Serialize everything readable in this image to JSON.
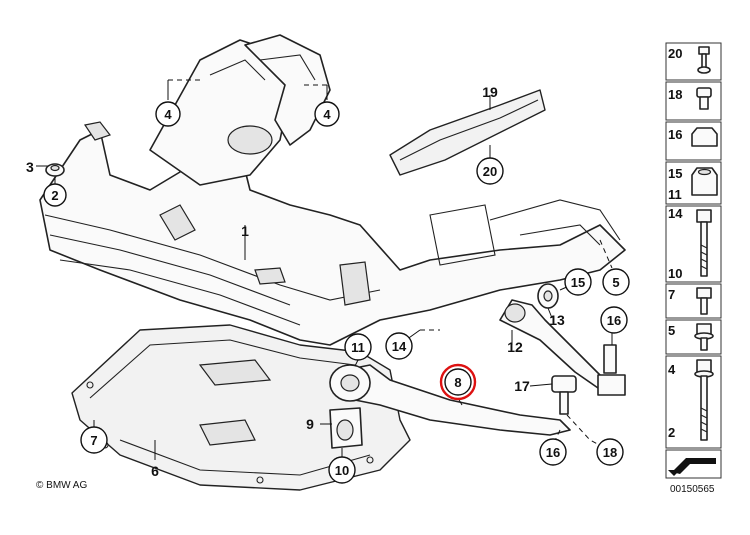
{
  "callouts": {
    "c1": "1",
    "c2": "2",
    "c3": "3",
    "c4a": "4",
    "c4b": "4",
    "c5": "5",
    "c6": "6",
    "c7": "7",
    "c8": "8",
    "c9": "9",
    "c10": "10",
    "c11": "11",
    "c12": "12",
    "c13": "13",
    "c14": "14",
    "c15": "15",
    "c16a": "16",
    "c16b": "16",
    "c17": "17",
    "c18": "18",
    "c19": "19",
    "c20": "20"
  },
  "legend": {
    "items": [
      {
        "label": "20",
        "icon": "bolt-icon"
      },
      {
        "label": "18",
        "icon": "bolt-icon"
      },
      {
        "label": "16",
        "icon": "nut-icon"
      },
      {
        "label": "15",
        "icon": "nut-icon"
      },
      {
        "label": "11",
        "icon": "nut-icon"
      },
      {
        "label": "14",
        "icon": "long-bolt-icon"
      },
      {
        "label": "10",
        "icon": "long-bolt-icon"
      },
      {
        "label": "7",
        "icon": "bolt-icon"
      },
      {
        "label": "5",
        "icon": "bolt-icon"
      },
      {
        "label": "4",
        "icon": "long-bolt-icon"
      },
      {
        "label": "2",
        "icon": "long-bolt-icon"
      }
    ]
  },
  "highlight_color": "#dd1111",
  "footer": {
    "copyright": "© BMW AG",
    "code": "00150565"
  }
}
